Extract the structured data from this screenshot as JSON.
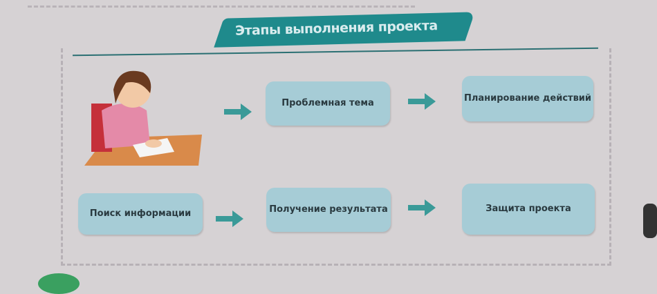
{
  "title": "Этапы выполнения проекта",
  "steps": [
    {
      "label": "Проблемная тема"
    },
    {
      "label": "Планирование действий"
    },
    {
      "label": "Поиск информации"
    },
    {
      "label": "Получение результата"
    },
    {
      "label": "Защита проекта"
    }
  ],
  "colors": {
    "banner": "#1f8a8c",
    "box": "#a6ccd6",
    "arrow": "#3a9a98"
  }
}
